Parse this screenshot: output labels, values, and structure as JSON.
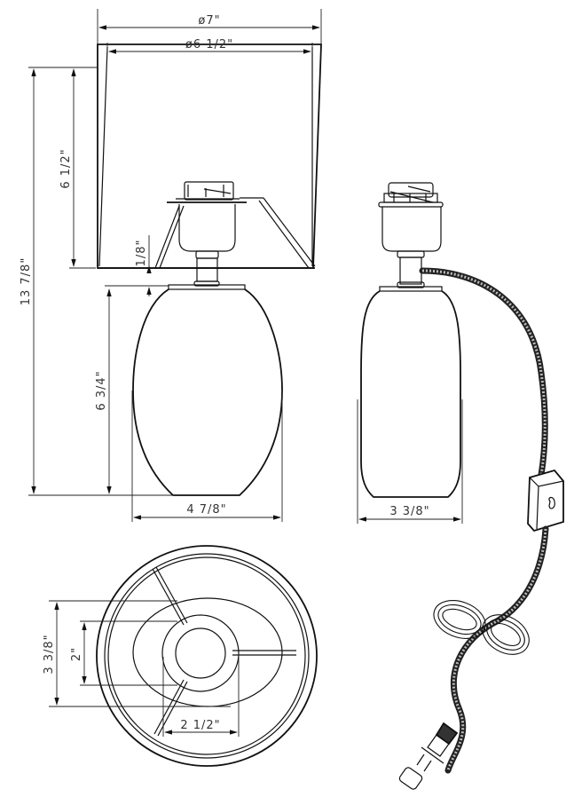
{
  "drawing": {
    "title": "Table lamp dimension drawing",
    "views": [
      "front",
      "side",
      "top"
    ],
    "line_color": "#111111",
    "label_color": "#333333"
  },
  "dimensions": {
    "shade_top_diameter": "ø7\"",
    "shade_bottom_diameter": "ø6 1/2\"",
    "shade_height": "6 1/2\"",
    "overall_height": "13 7/8\"",
    "gap": "1/8\"",
    "base_height": "6 3/4\"",
    "base_width_front": "4 7/8\"",
    "base_width_side": "3 3/8\"",
    "top_outer_depth": "3 3/8\"",
    "top_inner_depth": "2\"",
    "top_inner_width": "2 1/2\""
  }
}
